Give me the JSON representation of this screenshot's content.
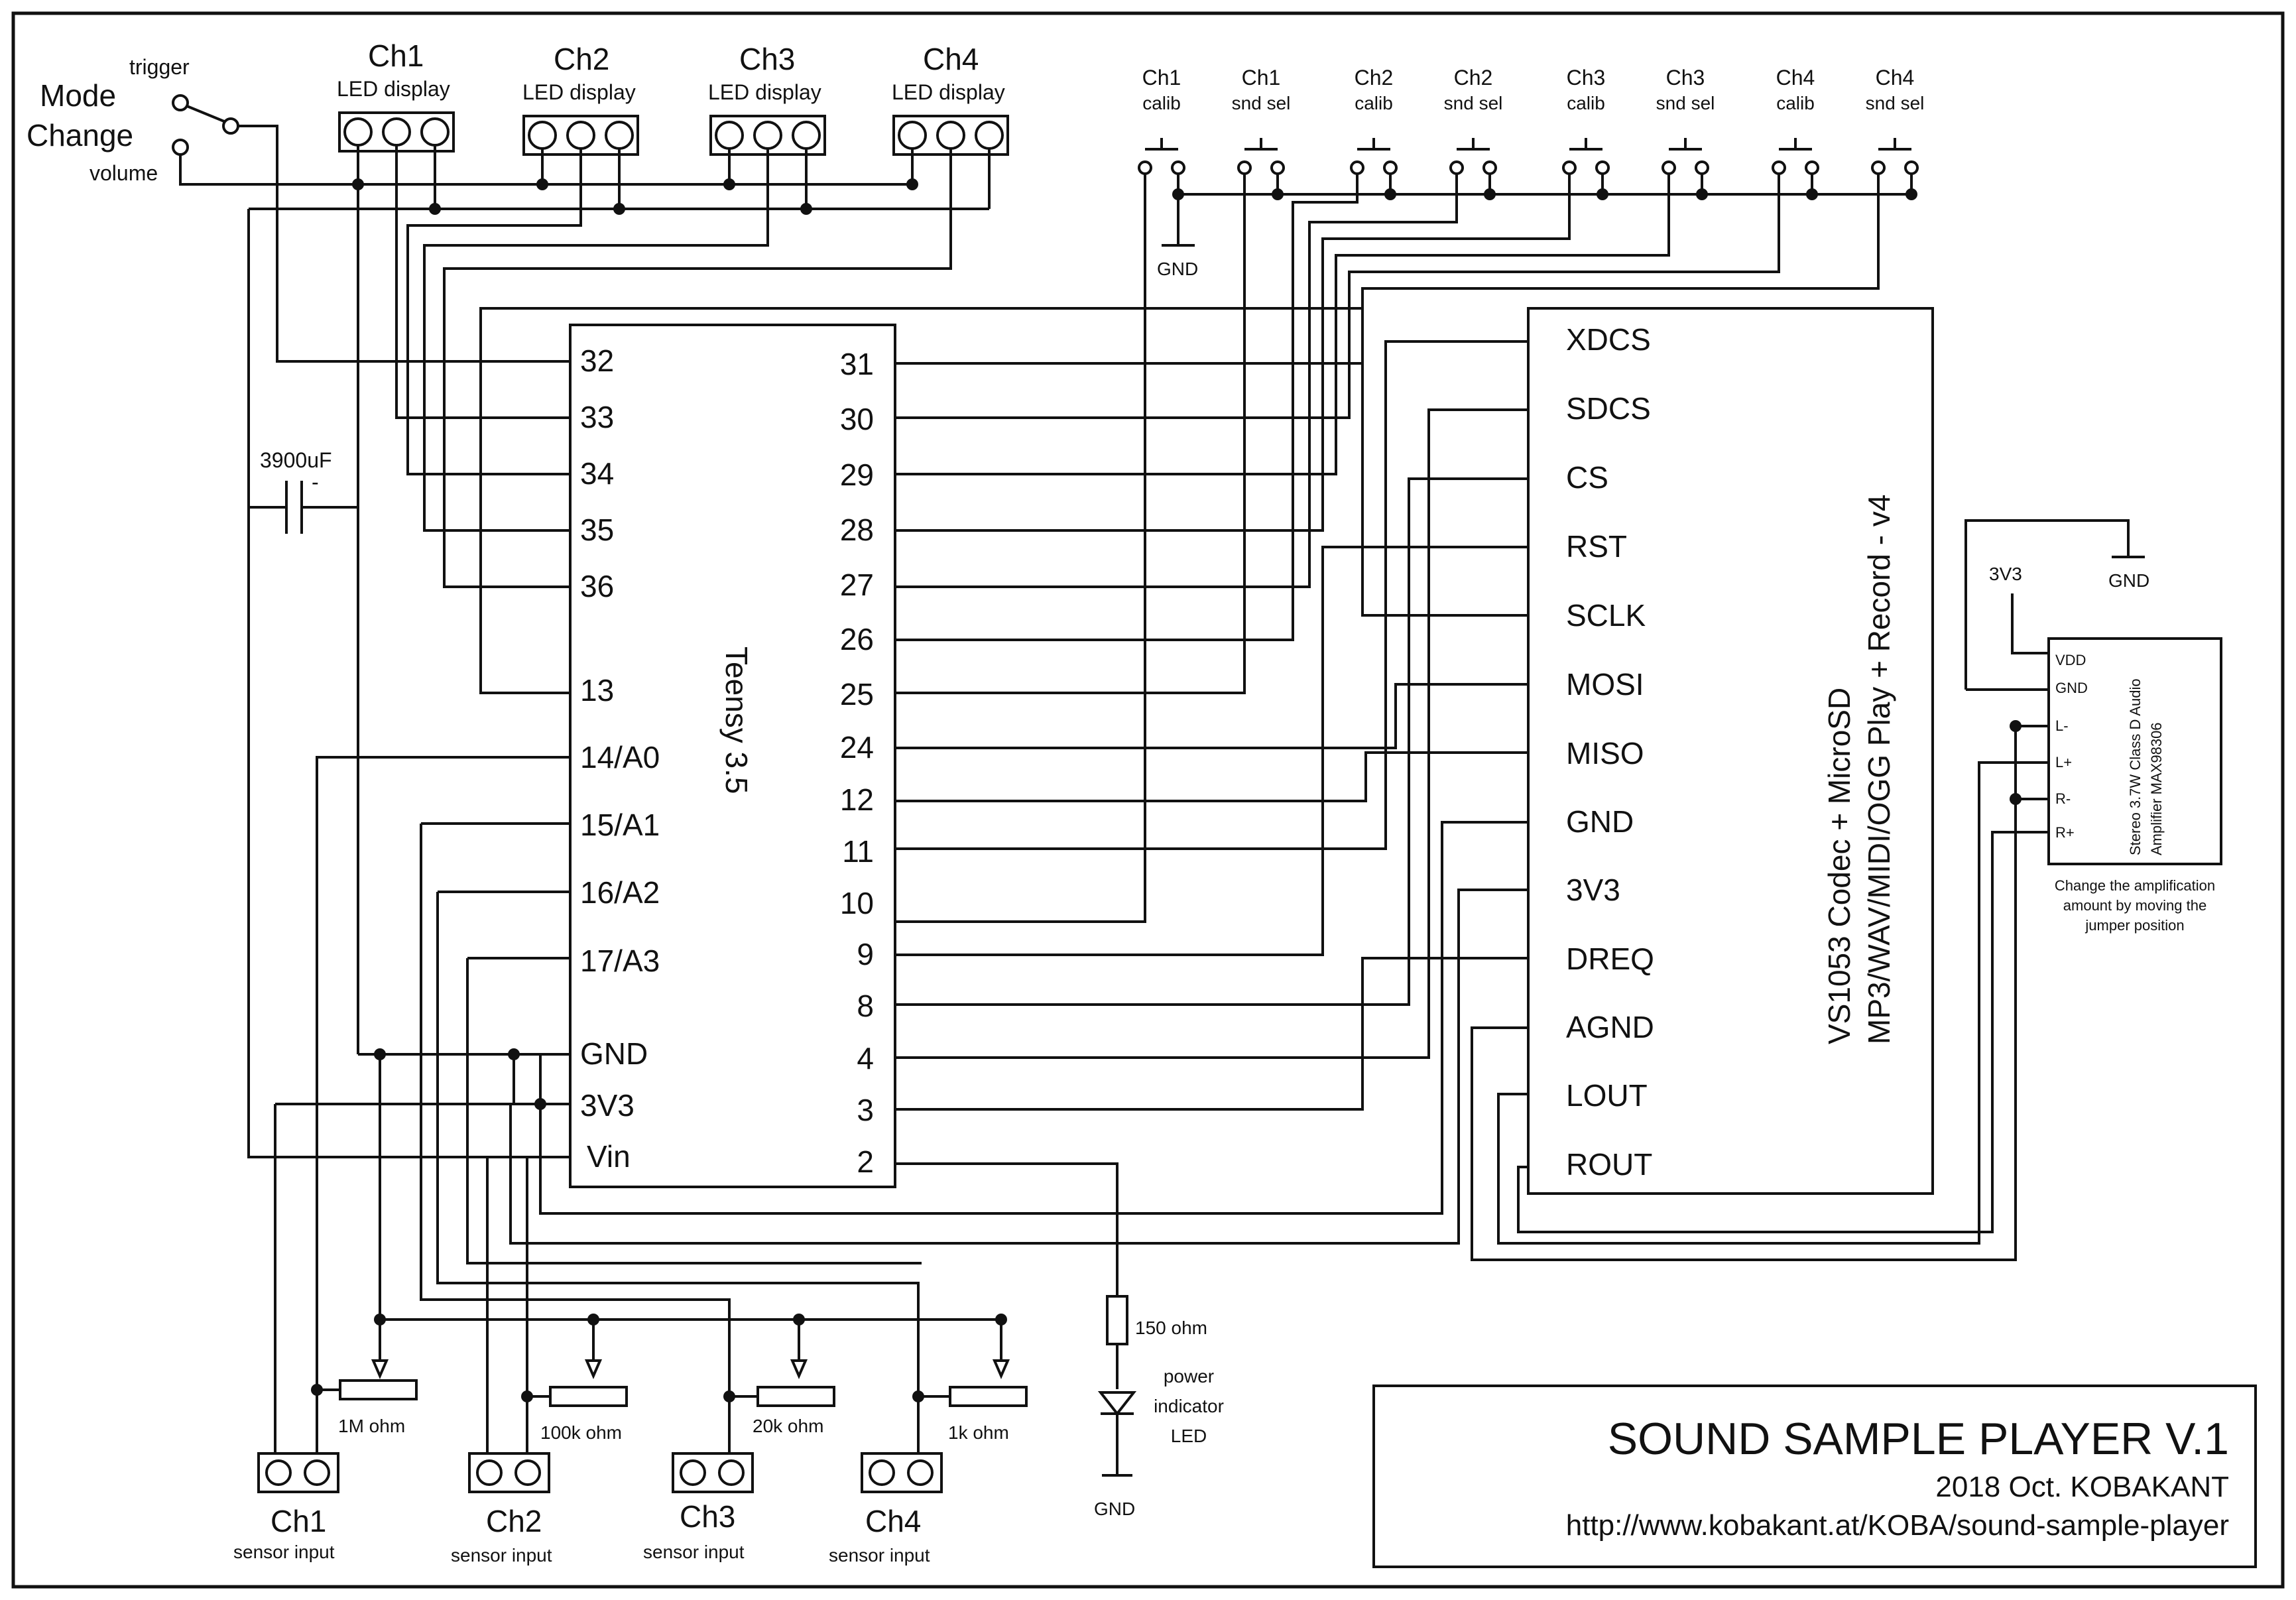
{
  "mode_switch": {
    "mode_label_1": "Mode",
    "mode_label_2": "Change",
    "trigger_label": "trigger",
    "volume_label": "volume"
  },
  "led_displays": [
    {
      "channel": "Ch1",
      "label": "LED display"
    },
    {
      "channel": "Ch2",
      "label": "LED display"
    },
    {
      "channel": "Ch3",
      "label": "LED display"
    },
    {
      "channel": "Ch4",
      "label": "LED display"
    }
  ],
  "buttons": [
    {
      "channel": "Ch1",
      "function": "calib"
    },
    {
      "channel": "Ch1",
      "function": "snd sel"
    },
    {
      "channel": "Ch2",
      "function": "calib"
    },
    {
      "channel": "Ch2",
      "function": "snd sel"
    },
    {
      "channel": "Ch3",
      "function": "calib"
    },
    {
      "channel": "Ch3",
      "function": "snd sel"
    },
    {
      "channel": "Ch4",
      "function": "calib"
    },
    {
      "channel": "Ch4",
      "function": "snd sel"
    }
  ],
  "gnd_label": "GND",
  "capacitor": {
    "value": "3900uF",
    "polarity": "-"
  },
  "teensy": {
    "name": "Teensy 3.5",
    "left_pins": [
      "32",
      "33",
      "34",
      "35",
      "36",
      "13",
      "14/A0",
      "15/A1",
      "16/A2",
      "17/A3",
      "GND",
      "3V3",
      "Vin"
    ],
    "right_pins": [
      "31",
      "30",
      "29",
      "28",
      "27",
      "26",
      "25",
      "24",
      "12",
      "11",
      "10",
      "9",
      "8",
      "4",
      "3",
      "2"
    ]
  },
  "vs1053": {
    "name_line1": "VS1053 Codec + MicroSD",
    "name_line2": "MP3/WAV/MIDI/OGG Play + Record - v4",
    "pins": [
      "XDCS",
      "SDCS",
      "CS",
      "RST",
      "SCLK",
      "MOSI",
      "MISO",
      "GND",
      "3V3",
      "DREQ",
      "AGND",
      "LOUT",
      "ROUT"
    ]
  },
  "amplifier": {
    "supply_3v3": "3V3",
    "supply_gnd": "GND",
    "pins": [
      "VDD",
      "GND",
      "L-",
      "L+",
      "R-",
      "R+"
    ],
    "name_line1": "Stereo 3.7W Class D Audio",
    "name_line2": "Amplifier MAX98306",
    "note": [
      "Change the amplification",
      "amount by moving the",
      "jumper position"
    ]
  },
  "led_circuit": {
    "resistor": "150 ohm",
    "led_label": [
      "power",
      "indicator",
      "LED"
    ],
    "gnd": "GND"
  },
  "potentiometers": [
    "1M ohm",
    "100k ohm",
    "20k ohm",
    "1k ohm"
  ],
  "sensors": [
    {
      "channel": "Ch1",
      "label": "sensor input"
    },
    {
      "channel": "Ch2",
      "label": "sensor input"
    },
    {
      "channel": "Ch3",
      "label": "sensor input"
    },
    {
      "channel": "Ch4",
      "label": "sensor input"
    }
  ],
  "title_block": {
    "title": "SOUND SAMPLE PLAYER V.1",
    "date_author": "2018 Oct.  KOBAKANT",
    "url": "http://www.kobakant.at/KOBA/sound-sample-player"
  }
}
